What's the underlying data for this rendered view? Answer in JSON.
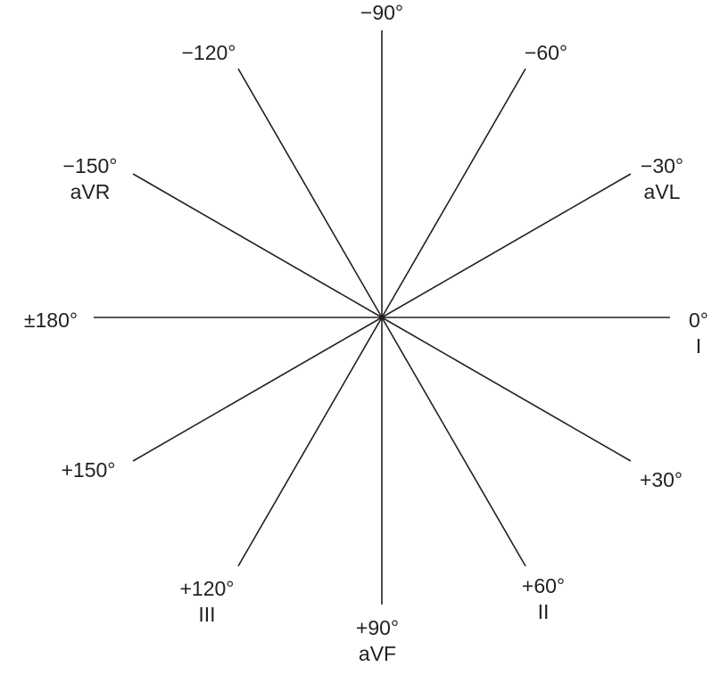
{
  "diagram": {
    "type": "hexaxial reference system",
    "line_color": "#231f20",
    "background": "#ffffff",
    "axes": [
      {
        "angle": -90,
        "degree_label": "−90°",
        "lead_label": ""
      },
      {
        "angle": -60,
        "degree_label": "−60°",
        "lead_label": ""
      },
      {
        "angle": -30,
        "degree_label": "−30°",
        "lead_label": "aVL"
      },
      {
        "angle": 0,
        "degree_label": "0°",
        "lead_label": "I"
      },
      {
        "angle": 30,
        "degree_label": "+30°",
        "lead_label": ""
      },
      {
        "angle": 60,
        "degree_label": "+60°",
        "lead_label": "II"
      },
      {
        "angle": 90,
        "degree_label": "+90°",
        "lead_label": "aVF"
      },
      {
        "angle": 120,
        "degree_label": "+120°",
        "lead_label": "III"
      },
      {
        "angle": 150,
        "degree_label": "+150°",
        "lead_label": ""
      },
      {
        "angle": 180,
        "degree_label": "±180°",
        "lead_label": ""
      },
      {
        "angle": -150,
        "degree_label": "−150°",
        "lead_label": "aVR"
      },
      {
        "angle": -120,
        "degree_label": "−120°",
        "lead_label": ""
      }
    ]
  }
}
